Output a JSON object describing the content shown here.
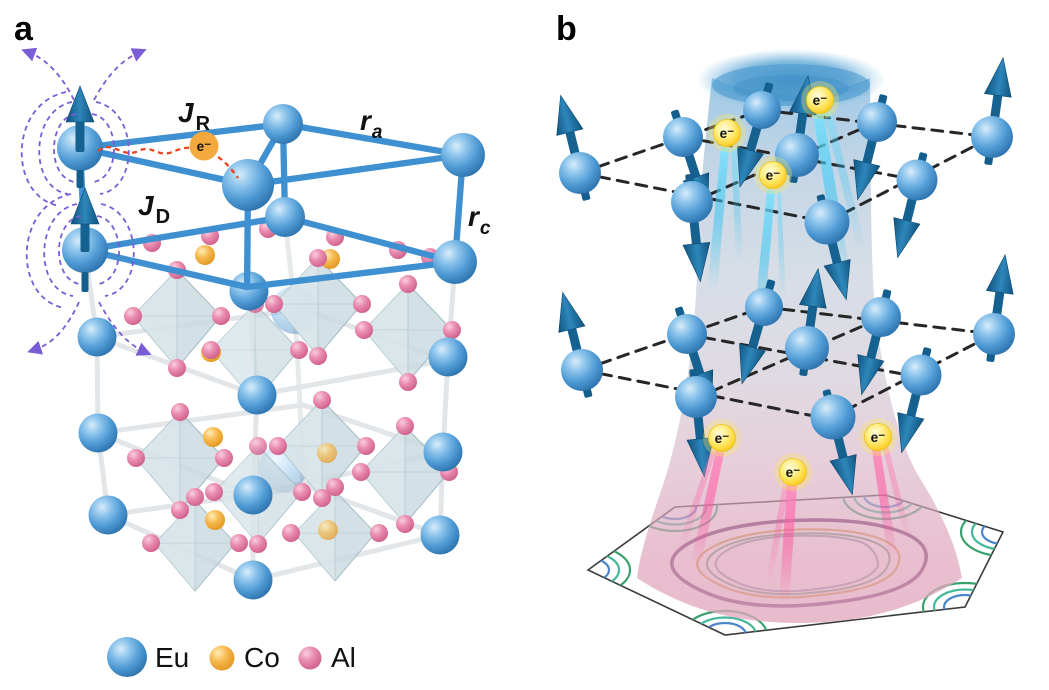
{
  "figure_type": "crystal-structure-and-spin-lattice-schematic",
  "panels": {
    "a": {
      "label": "a"
    },
    "b": {
      "label": "b"
    }
  },
  "labels": {
    "j_rkky": {
      "base": "J",
      "sub": "R"
    },
    "j_dipole": {
      "base": "J",
      "sub": "D"
    },
    "r_a": {
      "base": "r",
      "sub": "a"
    },
    "r_c": {
      "base": "r",
      "sub": "c"
    },
    "electron": "e⁻"
  },
  "legend": {
    "items": [
      {
        "label": "Eu",
        "color": "#4f9ad4"
      },
      {
        "label": "Co",
        "color": "#f3b13f"
      },
      {
        "label": "Al",
        "color": "#e27aa0"
      }
    ]
  },
  "colors": {
    "eu_sphere": "#4f9ad4",
    "co_sphere": "#f3b13f",
    "al_sphere": "#e27aa0",
    "frame_blue": "#3f90d1",
    "spin_arrow": "#156190",
    "dipole_field": "#7a5cd6",
    "rkky_exchange_path": "#e8441f",
    "electron_badge": "#ffdf3c",
    "electron_badge_panel_a": "#f3a93d",
    "funnel_top": "#5ea9da",
    "funnel_bottom": "#e2a8be",
    "electron_trail_top": "#29c2f2",
    "electron_trail_bottom": "#ff4597",
    "octahedron": "#c9d9df",
    "fermi_ring_outer": "#5e2663",
    "fermi_ring_orange": "#cf9c3a",
    "fermi_ring_green": "#5a9e74",
    "fermi_ring_slate": "#7e93a8",
    "zone_corner_arc_green": "#37a06b",
    "zone_corner_arc_teal": "#45b89a",
    "zone_corner_arc_blue": "#4a86c8"
  }
}
